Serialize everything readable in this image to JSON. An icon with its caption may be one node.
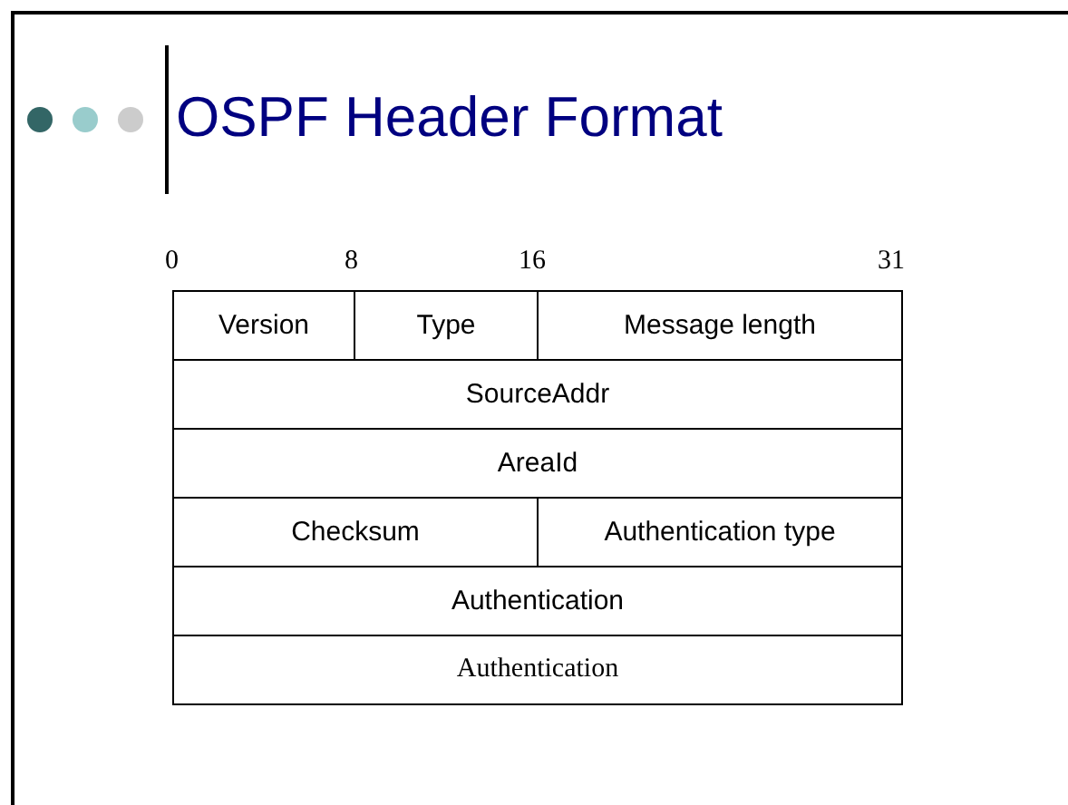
{
  "diagram": {
    "title": "OSPF Header Format",
    "nodes": [
      {
        "text": [
          "Version"
        ]
      },
      {
        "text": [
          "Type"
        ]
      },
      {
        "text": [
          "Message length"
        ]
      },
      {
        "text": [
          "SourceAddr"
        ]
      },
      {
        "text": [
          "AreaId"
        ]
      },
      {
        "text": [
          "Checksum"
        ]
      },
      {
        "text": [
          "Authentication type"
        ]
      },
      {
        "text": [
          "Authentication"
        ]
      },
      {
        "text": [
          "Authentication"
        ]
      }
    ],
    "labels": [
      "0",
      "8",
      "16",
      "31"
    ]
  }
}
